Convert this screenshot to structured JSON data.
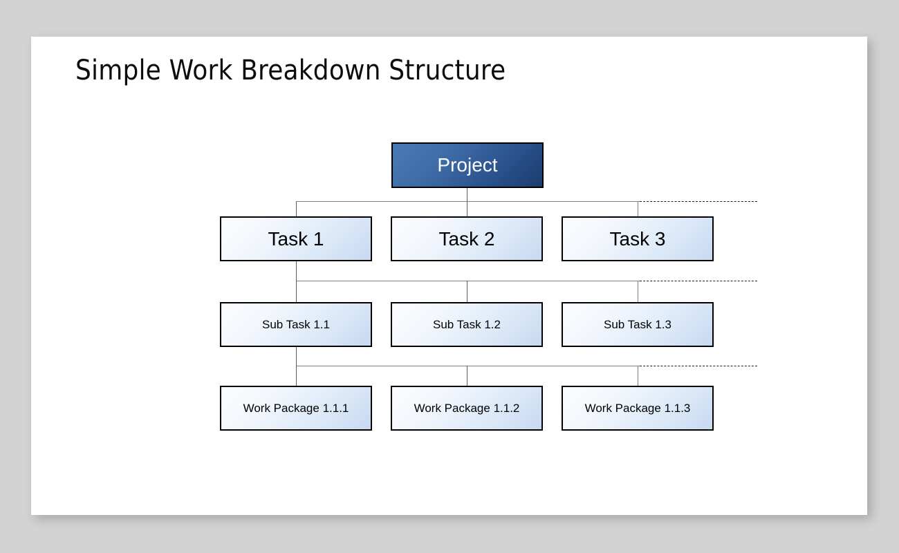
{
  "slide": {
    "title": "Simple Work Breakdown Structure",
    "background_color": "#d2d2d2",
    "canvas_color": "#ffffff"
  },
  "theme": {
    "root_fill_start": "#4a7ab5",
    "root_fill_end": "#1c3c6c",
    "node_fill_start": "#fbfcfe",
    "node_fill_end": "#c7d9f1",
    "border_color": "#000000",
    "connector_color": "#7f7f7f",
    "root_text_color": "#ffffff",
    "node_text_color": "#000000"
  },
  "diagram": {
    "type": "work-breakdown-structure",
    "root": {
      "label": "Project"
    },
    "levels": [
      {
        "name": "task-level",
        "nodes": [
          {
            "label": "Task 1"
          },
          {
            "label": "Task 2"
          },
          {
            "label": "Task 3"
          }
        ],
        "continues": true
      },
      {
        "name": "sub-task-level",
        "nodes": [
          {
            "label": "Sub Task 1.1"
          },
          {
            "label": "Sub Task 1.2"
          },
          {
            "label": "Sub Task 1.3"
          }
        ],
        "continues": true
      },
      {
        "name": "work-package-level",
        "nodes": [
          {
            "label": "Work Package 1.1.1"
          },
          {
            "label": "Work Package 1.1.2"
          },
          {
            "label": "Work Package 1.1.3"
          }
        ],
        "continues": true
      }
    ]
  }
}
